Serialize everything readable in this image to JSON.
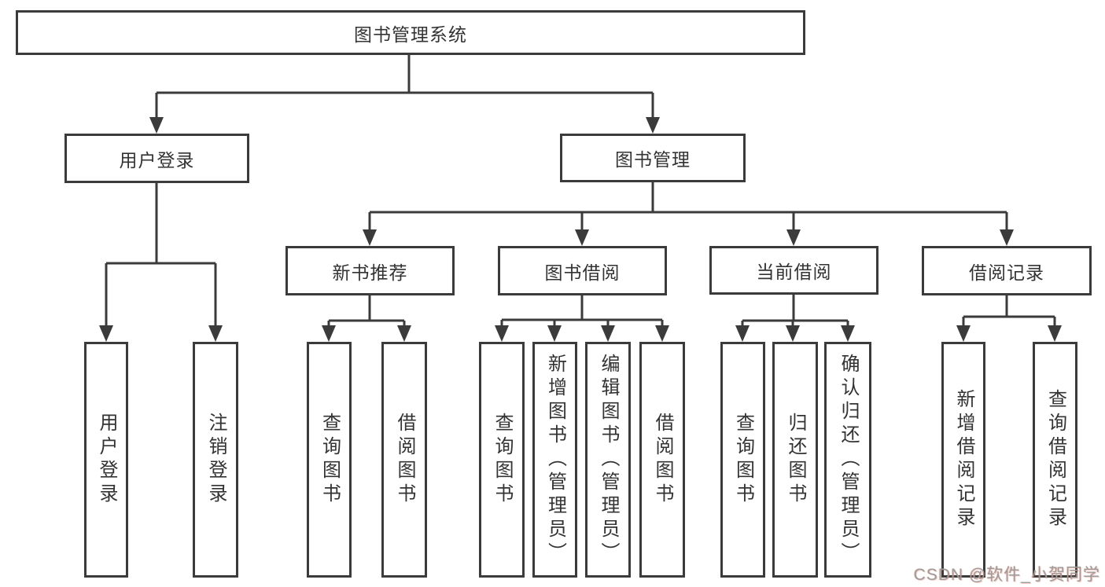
{
  "diagram": {
    "root": {
      "label": "图书管理系统"
    },
    "level1": [
      {
        "label": "用户登录",
        "children": [
          {
            "label": "用户登录"
          },
          {
            "label": "注销登录"
          }
        ]
      },
      {
        "label": "图书管理",
        "children": [
          {
            "label": "新书推荐",
            "children": [
              {
                "label": "查询图书"
              },
              {
                "label": "借阅图书"
              }
            ]
          },
          {
            "label": "图书借阅",
            "children": [
              {
                "label": "查询图书"
              },
              {
                "label": "新增图书（管理员）"
              },
              {
                "label": "编辑图书（管理员）"
              },
              {
                "label": "借阅图书"
              }
            ]
          },
          {
            "label": "当前借阅",
            "children": [
              {
                "label": "查询图书"
              },
              {
                "label": "归还图书"
              },
              {
                "label": "确认归还（管理员）"
              }
            ]
          },
          {
            "label": "借阅记录",
            "children": [
              {
                "label": "新增借阅记录"
              },
              {
                "label": "查询借阅记录"
              }
            ]
          }
        ]
      }
    ]
  },
  "watermark": {
    "text": "CSDN @软件_小贺同学"
  },
  "colors": {
    "line": "#3b3b3b",
    "text": "#333333",
    "background": "#ffffff",
    "watermark": "#9b9b9b"
  }
}
